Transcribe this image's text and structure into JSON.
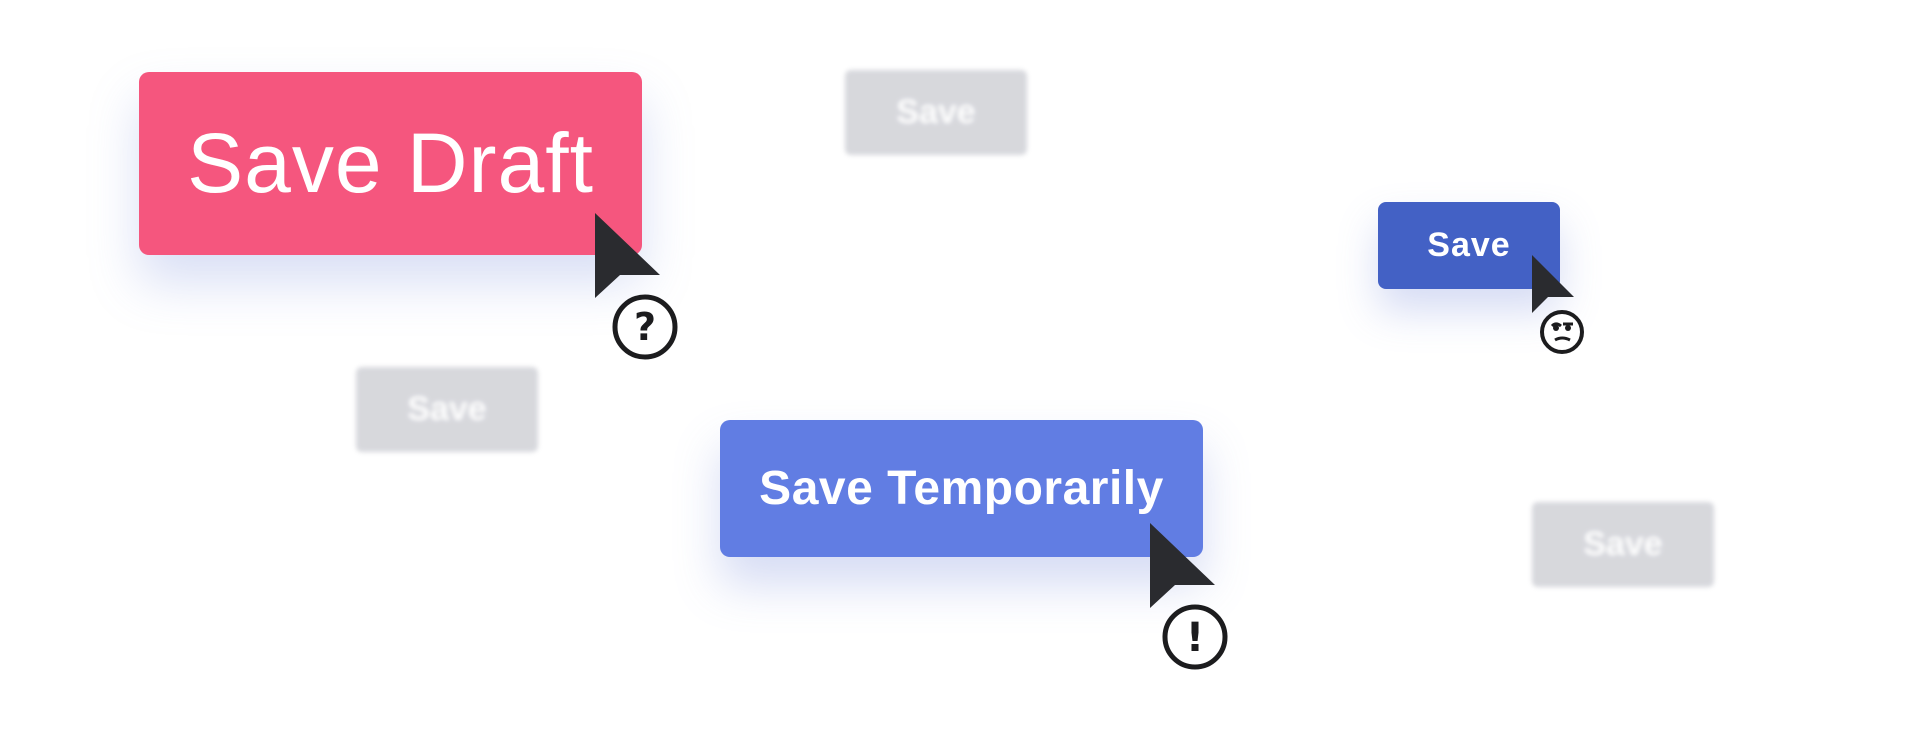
{
  "buttons": {
    "draft_label": "Save Draft",
    "temporarily_label": "Save Temporarily",
    "small_label": "Save",
    "ghost_labels": [
      "Save",
      "Save",
      "Save"
    ]
  },
  "badges": {
    "draft_symbol": "?",
    "temporarily_symbol": "!",
    "small_symbol": "skeptical-face"
  },
  "colors": {
    "draft": "#f5567e",
    "temporarily": "#617de3",
    "small": "#4361c5",
    "ghost": "#d5d6db",
    "cursor": "#2a2b2f"
  }
}
